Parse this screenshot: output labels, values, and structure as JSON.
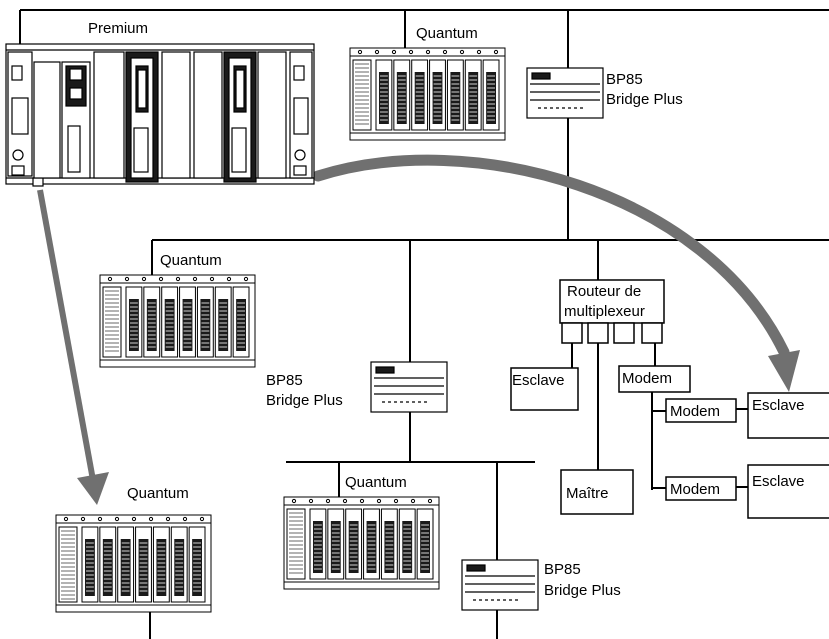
{
  "labels": {
    "premium": "Premium",
    "quantum_top": "Quantum",
    "quantum_mid": "Quantum",
    "quantum_lower": "Quantum",
    "quantum_bottom_left": "Quantum",
    "bp85_top": [
      "BP85",
      "Bridge Plus"
    ],
    "bp85_mid": [
      "BP85",
      "Bridge Plus"
    ],
    "bp85_bottom": [
      "BP85",
      "Bridge Plus"
    ],
    "router": [
      "Routeur de",
      "multiplexeur"
    ],
    "slave_left": "Esclave",
    "slave_right_top": "Esclave",
    "slave_right_bottom": "Esclave",
    "master": "Maître",
    "modem_top": "Modem",
    "modem_mid": "Modem",
    "modem_low": "Modem"
  },
  "colors": {
    "line": "#000000",
    "arrow": "#707070",
    "module_dark": "#1a1a1a",
    "rack_fill": "#ffffff"
  },
  "icons": {
    "plc_rack": "plc-rack-icon",
    "bridge": "bridge-plus-icon"
  }
}
